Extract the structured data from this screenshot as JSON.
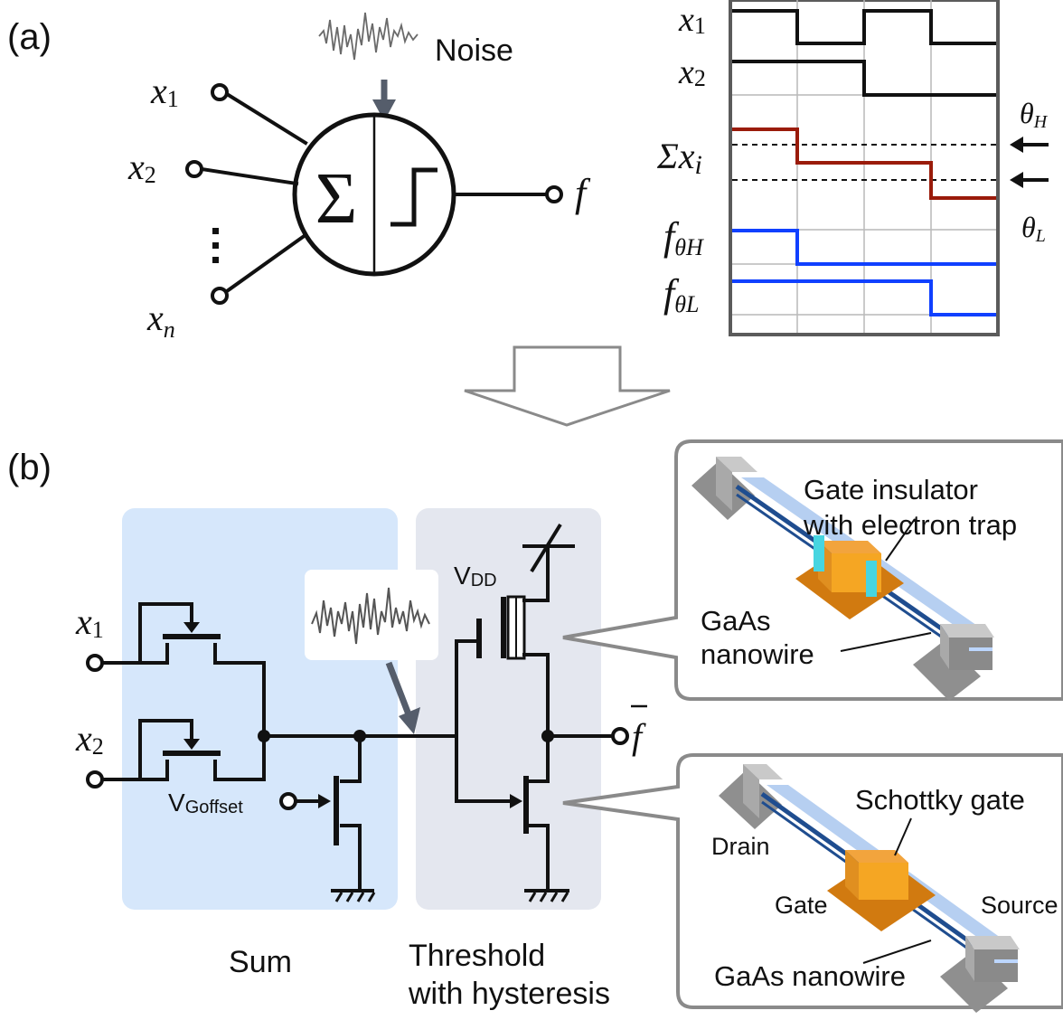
{
  "panel_a": {
    "label": "(a)",
    "noise_label": "Noise",
    "inputs": [
      "x",
      "x",
      "x"
    ],
    "input_subs": [
      "1",
      "2",
      "n"
    ],
    "output": "f",
    "sum_symbol": "Σ",
    "ellipsis": "⋮"
  },
  "timing": {
    "rows": [
      "x1",
      "x2",
      "Σxi",
      "fθH",
      "fθL"
    ],
    "row_labels": {
      "x1_main": "x",
      "x1_sub": "1",
      "x2_main": "x",
      "x2_sub": "2",
      "sum_main": "Σx",
      "sum_sub": "i",
      "fH_main": "f",
      "fH_sub": "θH",
      "fL_main": "f",
      "fL_sub": "θL"
    },
    "theta_H": "θ",
    "theta_H_sub": "H",
    "theta_L": "θ",
    "theta_L_sub": "L",
    "colors": {
      "digital": "#111111",
      "sum": "#9a1b0a",
      "output": "#1040ff"
    }
  },
  "panel_b": {
    "label": "(b)",
    "sum_label": "Sum",
    "threshold_label_1": "Threshold",
    "threshold_label_2": "with hysteresis",
    "vdd": "V",
    "vdd_sub": "DD",
    "vgoffset": "V",
    "vgoffset_sub": "Goffset",
    "x1": "x",
    "x1_sub": "1",
    "x2": "x",
    "x2_sub": "2",
    "fbar": "f",
    "colors": {
      "sum_bg": "#d6e7fb",
      "threshold_bg": "#e4e7ef"
    }
  },
  "inset_top": {
    "line1": "Gate insulator",
    "line2": "with electron trap",
    "gaas1": "GaAs",
    "gaas2": "nanowire"
  },
  "inset_bottom": {
    "schottky": "Schottky gate",
    "drain": "Drain",
    "gate": "Gate",
    "source": "Source",
    "gaas": "GaAs nanowire"
  }
}
